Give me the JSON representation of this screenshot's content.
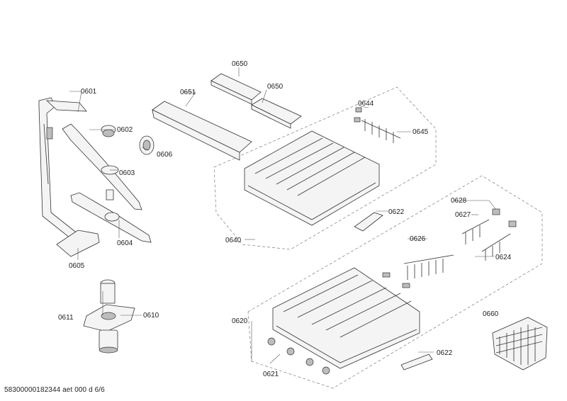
{
  "labels": {
    "p0601": "0601",
    "p0602": "0602",
    "p0603": "0603",
    "p0604": "0604",
    "p0605": "0605",
    "p0606": "0606",
    "p0610": "0610",
    "p0611": "0611",
    "p0620": "0620",
    "p0621": "0621",
    "p0622a": "0622",
    "p0622b": "0622",
    "p0624": "0624",
    "p0626": "0626",
    "p0627": "0627",
    "p0628": "0628",
    "p0640": "0640",
    "p0644": "0644",
    "p0645": "0645",
    "p0650a": "0650",
    "p0650b": "0650",
    "p0651": "0651",
    "p0660": "0660"
  },
  "footer": {
    "doc_id": "58300000182344 aet 000 d 6/6"
  }
}
